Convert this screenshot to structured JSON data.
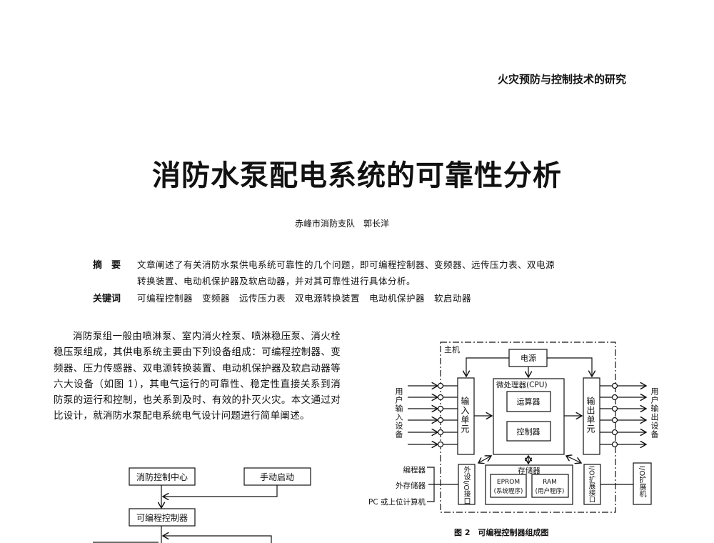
{
  "header": {
    "running_title": "火灾预防与控制技术的研究"
  },
  "article": {
    "title": "消防水泵配电系统的可靠性分析",
    "author": "赤峰市消防支队　郭长洋",
    "abstract_label": "摘　要",
    "abstract_line1": "文章阐述了有关消防水泵供电系统可靠性的几个问题，即可编程控制器、变频器、远传压力表、双电源",
    "abstract_line2": "转换装置、电动机保护器及软启动器，并对其可靠性进行具体分析。",
    "keywords_label": "关键词",
    "keywords": "可编程控制器　变频器　远传压力表　双电源转换装置　电动机保护器　软启动器",
    "body_paragraph": "消防泵组一般由喷淋泵、室内消火栓泵、喷淋稳压泵、消火栓稳压泵组成，其供电系统主要由下列设备组成：可编程控制器、变频器、压力传感器、双电源转换装置、电动机保护器及软启动器等六大设备（如图 1），其电气运行的可靠性、稳定性直接关系到消防泵的运行和控制，也关系到及时、有效的扑灭火灾。本文通过对比设计，就消防水泵配电系统电气设计问题进行简单阐述。"
  },
  "figure1": {
    "fire_control_center": "消防控制中心",
    "manual_start": "手动启动",
    "plc": "可编程控制器"
  },
  "figure2": {
    "host": "主机",
    "power": "电源",
    "cpu": "微处理器(CPU)",
    "alu": "运算器",
    "controller": "控制器",
    "input_unit": "输入单元",
    "output_unit": "输出单元",
    "user_input": "用户输入设备",
    "user_output": "用户输出设备",
    "peripheral_io": "外设I/O接口",
    "memory": "存储器",
    "eprom": "EPROM",
    "eprom_sub": "(系统程序)",
    "ram": "RAM",
    "ram_sub": "(用户程序)",
    "io_ext_port": "I/O扩展接口",
    "io_ext_unit": "I/O扩展机",
    "programmer": "编程器",
    "ext_storage": "外存储器",
    "pc": "PC 或上位计算机",
    "caption": "图 2　可编程控制器组成图"
  }
}
